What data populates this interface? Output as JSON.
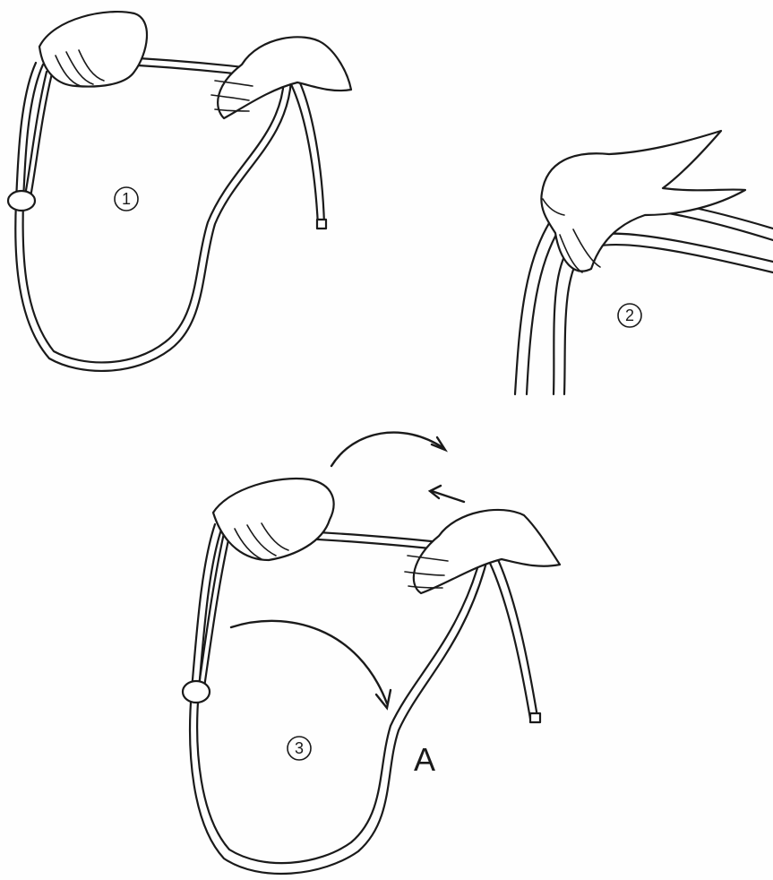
{
  "steps": [
    {
      "label": "1"
    },
    {
      "label": "2"
    },
    {
      "label": "3"
    }
  ],
  "annotation": {
    "point_a": "A"
  }
}
